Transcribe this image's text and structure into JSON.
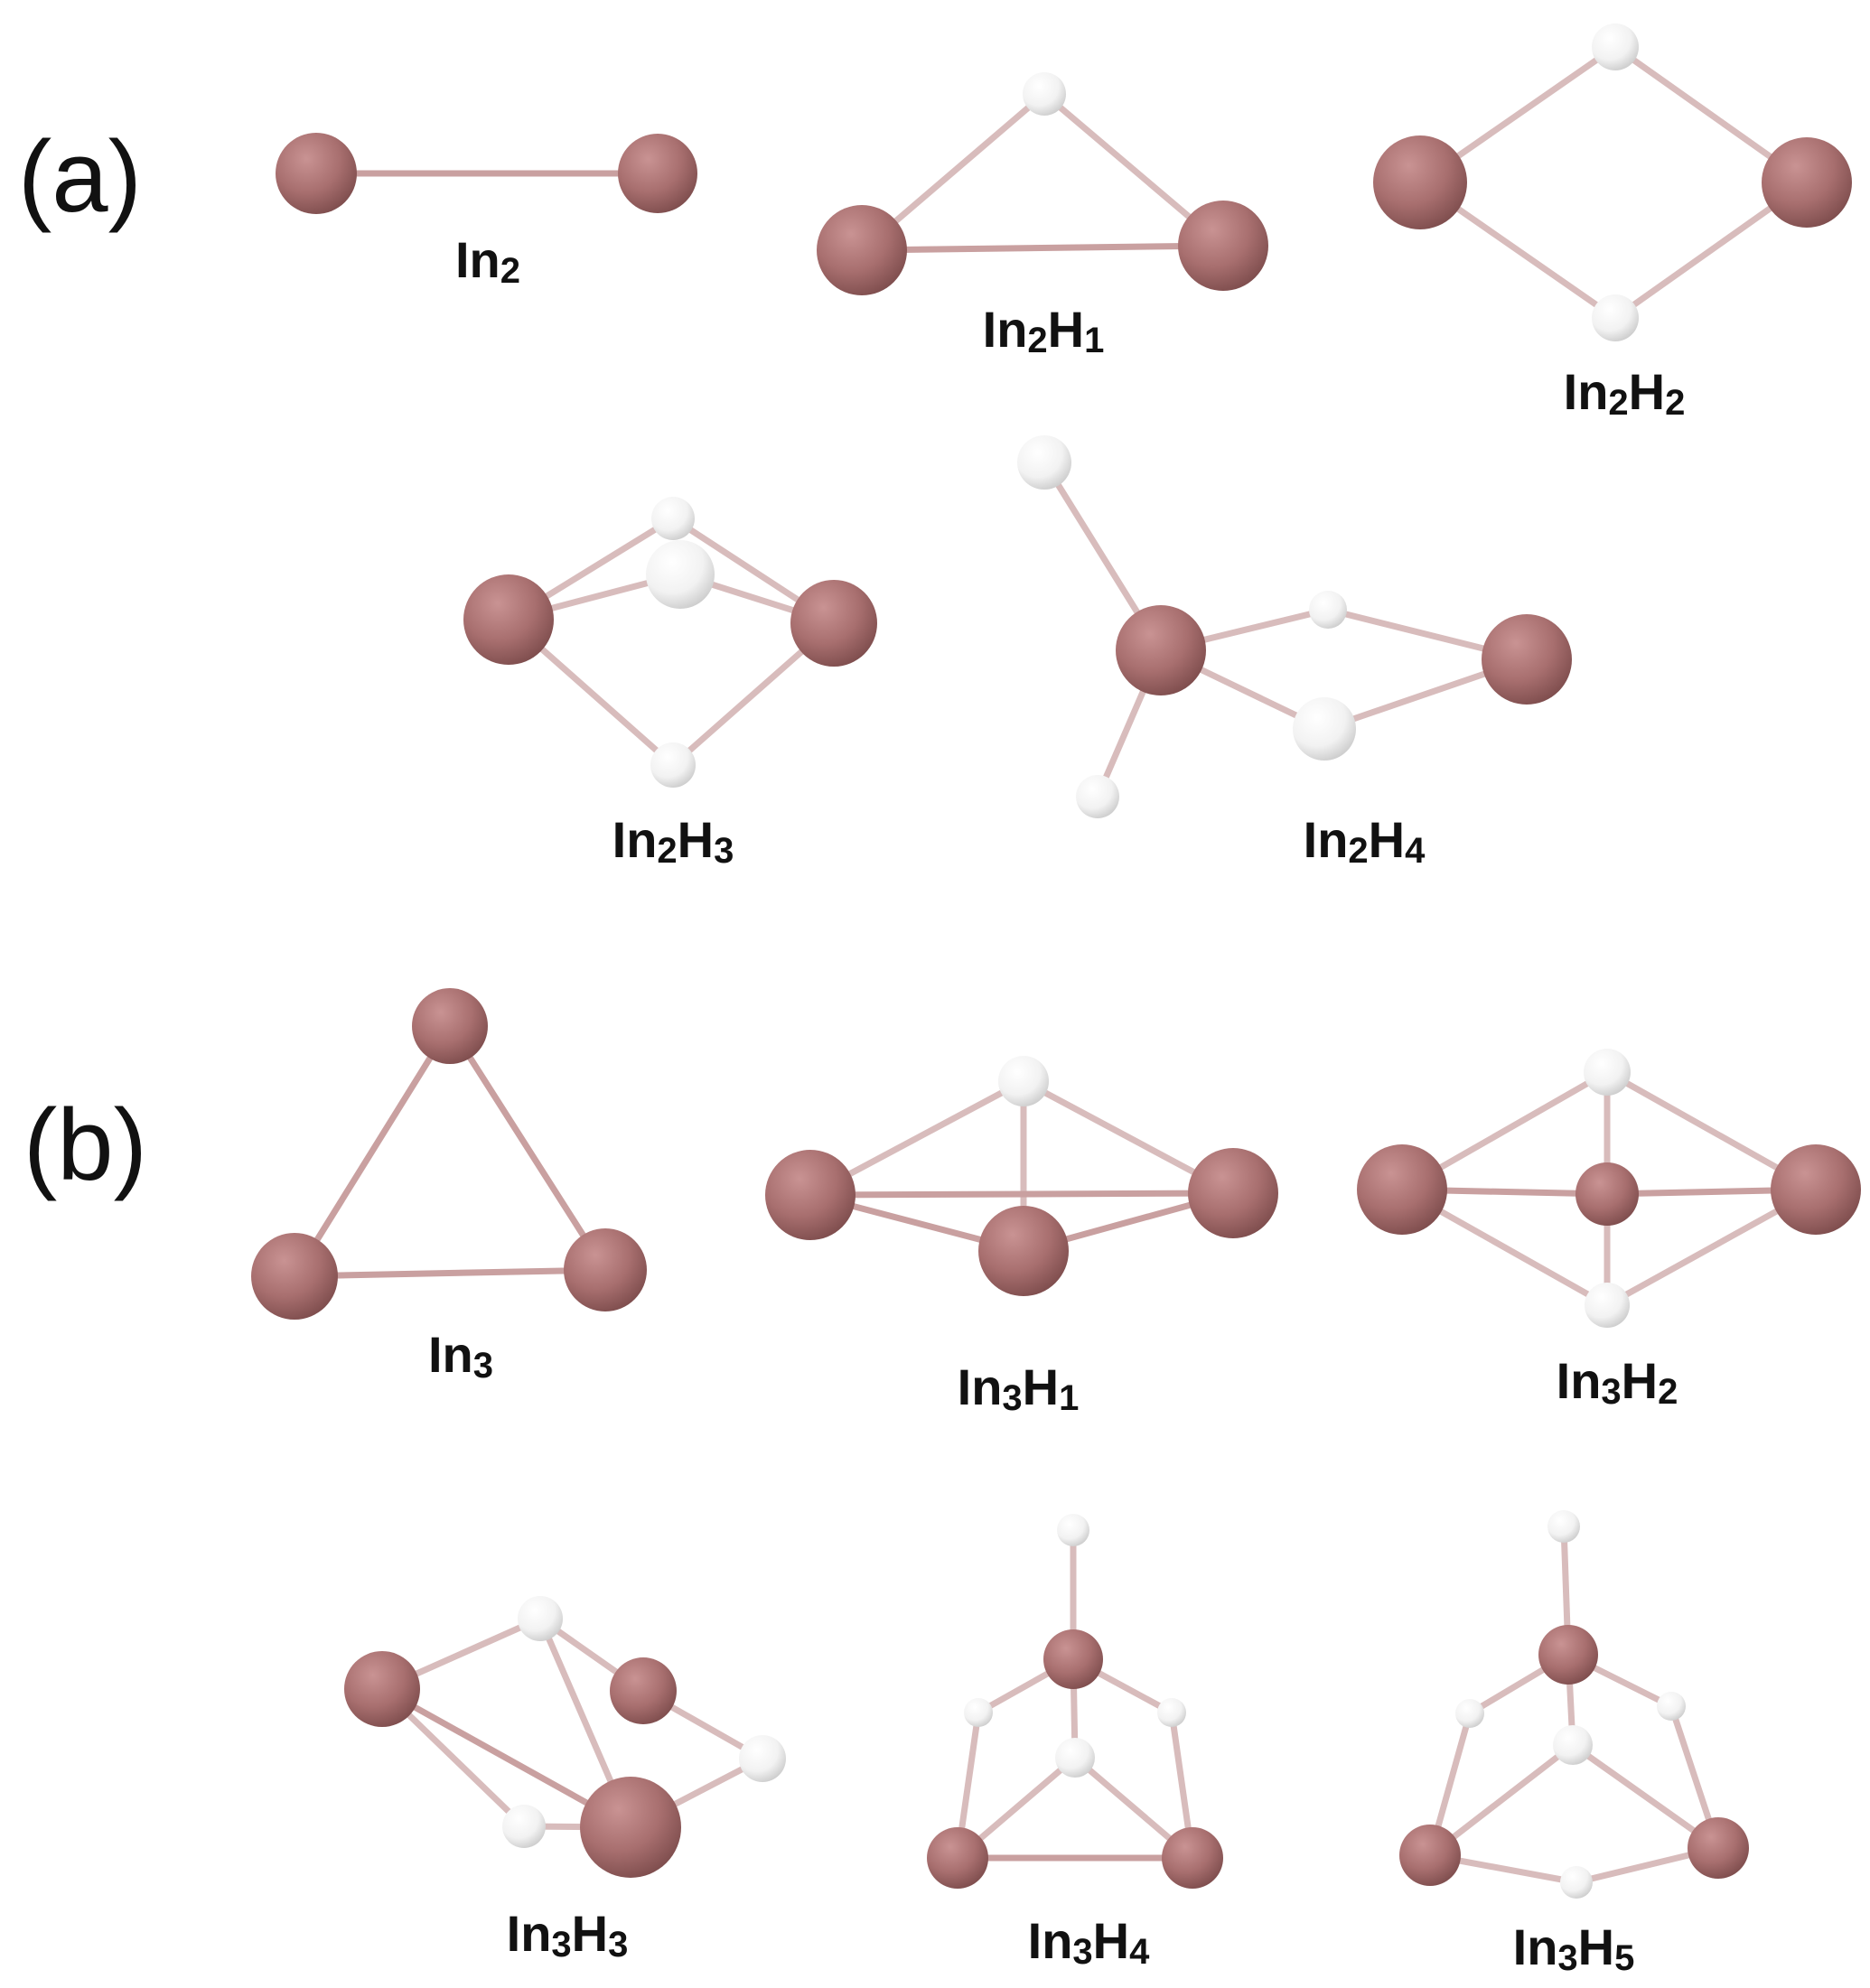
{
  "figure": {
    "panels": [
      {
        "label": "(a)"
      },
      {
        "label": "(b)"
      }
    ],
    "colors": {
      "indium": "#a86f6f",
      "hydrogen": "#f2f2f2",
      "bond_in": "#c9a0a0",
      "bond_h": "#e2e2e2"
    },
    "molecules": [
      {
        "id": "in2",
        "formula": [
          {
            "t": "In"
          },
          {
            "s": "2"
          }
        ]
      },
      {
        "id": "in2h1",
        "formula": [
          {
            "t": "In"
          },
          {
            "s": "2"
          },
          {
            "t": "H"
          },
          {
            "s": "1"
          }
        ]
      },
      {
        "id": "in2h2",
        "formula": [
          {
            "t": "In"
          },
          {
            "s": "2"
          },
          {
            "t": "H"
          },
          {
            "s": "2"
          }
        ]
      },
      {
        "id": "in2h3",
        "formula": [
          {
            "t": "In"
          },
          {
            "s": "2"
          },
          {
            "t": "H"
          },
          {
            "s": "3"
          }
        ]
      },
      {
        "id": "in2h4",
        "formula": [
          {
            "t": "In"
          },
          {
            "s": "2"
          },
          {
            "t": "H"
          },
          {
            "s": "4"
          }
        ]
      },
      {
        "id": "in3",
        "formula": [
          {
            "t": "In"
          },
          {
            "s": "3"
          }
        ]
      },
      {
        "id": "in3h1",
        "formula": [
          {
            "t": "In"
          },
          {
            "s": "3"
          },
          {
            "t": "H"
          },
          {
            "s": "1"
          }
        ]
      },
      {
        "id": "in3h2",
        "formula": [
          {
            "t": "In"
          },
          {
            "s": "3"
          },
          {
            "t": "H"
          },
          {
            "s": "2"
          }
        ]
      },
      {
        "id": "in3h3",
        "formula": [
          {
            "t": "In"
          },
          {
            "s": "3"
          },
          {
            "t": "H"
          },
          {
            "s": "3"
          }
        ]
      },
      {
        "id": "in3h4",
        "formula": [
          {
            "t": "In"
          },
          {
            "s": "3"
          },
          {
            "t": "H"
          },
          {
            "s": "4"
          }
        ]
      },
      {
        "id": "in3h5",
        "formula": [
          {
            "t": "In"
          },
          {
            "s": "3"
          },
          {
            "t": "H"
          },
          {
            "s": "5"
          }
        ]
      }
    ]
  }
}
